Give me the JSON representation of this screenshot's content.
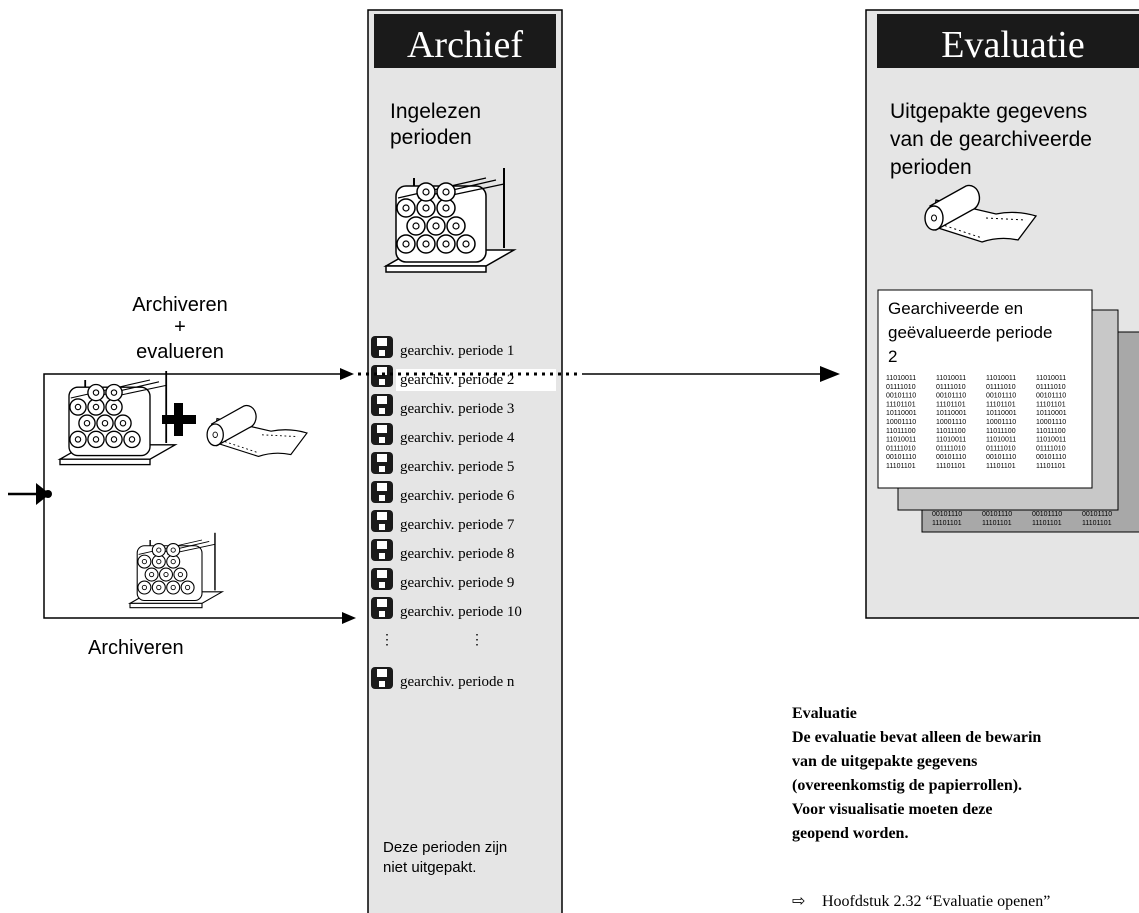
{
  "archief": {
    "title": "Archief",
    "subtitle_line1": "Ingelezen",
    "subtitle_line2": "perioden",
    "periods": [
      "gearchiv. periode 1",
      "gearchiv. periode 2",
      "gearchiv. periode  3",
      "gearchiv. periode 4",
      "gearchiv. periode 5",
      "gearchiv. periode 6",
      "gearchiv. periode 7",
      "gearchiv. periode 8",
      "gearchiv. periode 9",
      "gearchiv. periode 10"
    ],
    "period_n": "gearchiv. periode n",
    "note_line1": "Deze perioden zijn",
    "note_line2": "niet uitgepakt."
  },
  "evaluatie": {
    "title": "Evaluatie",
    "subtitle_line1": "Uitgepakte gegevens",
    "subtitle_line2": "van de gearchiveerde",
    "subtitle_line3": "perioden",
    "doc_line1": "Gearchiveerde en",
    "doc_line2": "geëvalueerde periode",
    "doc_line3": "2",
    "binary_rows": [
      "11010011",
      "01111010",
      "00101110",
      "11101101",
      "10110001",
      "10001110",
      "11011100",
      "11010011",
      "01111010",
      "00101110",
      "11101101"
    ],
    "back_rows": [
      "00101110",
      "11101101"
    ]
  },
  "left": {
    "label_top1": "Archiveren",
    "label_plus": "+",
    "label_top2": "evalueren",
    "label_bottom": "Archiveren"
  },
  "info": {
    "heading": "Evaluatie",
    "line1": "De evaluatie bevat alleen de bewarin",
    "line2": "van de uitgepakte gegevens",
    "line3": "(overeenkomstig de papierrollen).",
    "line4": "Voor visualisatie moeten deze",
    "line5": "geopend worden.",
    "link": "Hoofdstuk 2.32 “Evaluatie openen”"
  }
}
